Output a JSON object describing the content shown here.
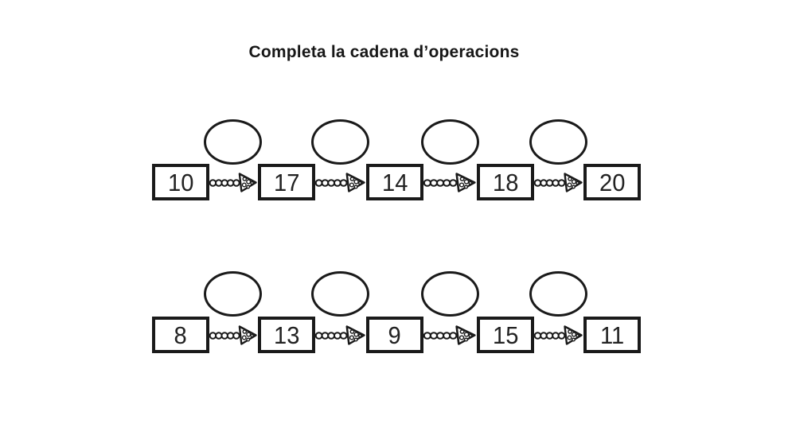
{
  "title": "Completa la cadena d’operacions",
  "rows": [
    {
      "name": "cadena-1",
      "values": [
        10,
        17,
        14,
        18,
        20
      ],
      "operation_slots": [
        "",
        "",
        "",
        ""
      ]
    },
    {
      "name": "cadena-2",
      "values": [
        8,
        13,
        9,
        15,
        11
      ],
      "operation_slots": [
        "",
        "",
        "",
        ""
      ]
    }
  ],
  "icons": {
    "connector": "chain-arrow-icon"
  },
  "colors": {
    "ink": "#1a1a1a",
    "paper": "#ffffff"
  }
}
